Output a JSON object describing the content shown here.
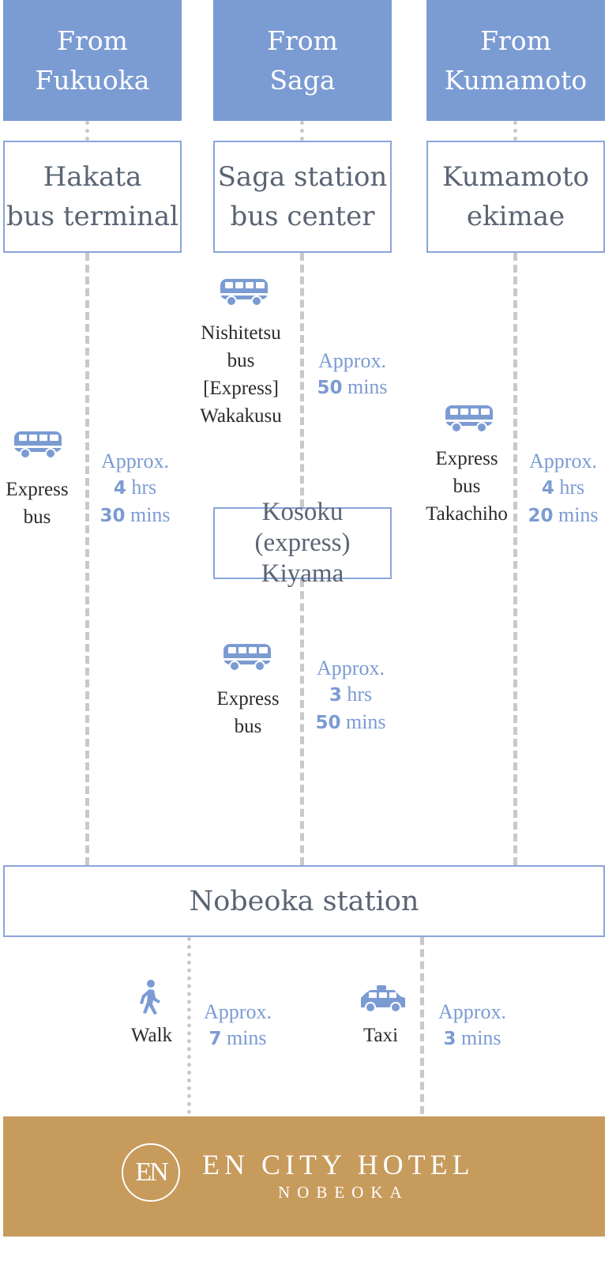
{
  "headers": [
    {
      "line1": "From",
      "line2": "Fukuoka"
    },
    {
      "line1": "From",
      "line2": "Saga"
    },
    {
      "line1": "From",
      "line2": "Kumamoto"
    }
  ],
  "stations": {
    "hakata": {
      "line1": "Hakata",
      "line2": "bus terminal"
    },
    "saga": {
      "line1": "Saga station",
      "line2": "bus center"
    },
    "kumamoto": {
      "line1": "Kumamoto",
      "line2": "ekimae"
    },
    "kiyama": {
      "line1": "Kosoku (express)",
      "line2": "Kiyama"
    },
    "nobeoka": {
      "label": "Nobeoka station"
    }
  },
  "routes": {
    "fukuoka": {
      "mode": [
        "Express",
        "bus"
      ],
      "approx": "Approx.",
      "time_parts": [
        {
          "num": "4",
          "unit": "hrs"
        },
        {
          "num": "30",
          "unit": "mins"
        }
      ],
      "icon": "bus-icon"
    },
    "saga_leg1": {
      "mode": [
        "Nishitetsu",
        "bus",
        "[Express]",
        "Wakakusu"
      ],
      "approx": "Approx.",
      "time_parts": [
        {
          "num": "50",
          "unit": "mins"
        }
      ],
      "icon": "bus-icon"
    },
    "saga_leg2": {
      "mode": [
        "Express",
        "bus"
      ],
      "approx": "Approx.",
      "time_parts": [
        {
          "num": "3",
          "unit": "hrs"
        },
        {
          "num": "50",
          "unit": "mins"
        }
      ],
      "icon": "bus-icon"
    },
    "kumamoto": {
      "mode": [
        "Express",
        "bus",
        "Takachiho"
      ],
      "approx": "Approx.",
      "time_parts": [
        {
          "num": "4",
          "unit": "hrs"
        },
        {
          "num": "20",
          "unit": "mins"
        }
      ],
      "icon": "bus-icon"
    },
    "walk": {
      "mode": [
        "Walk"
      ],
      "approx": "Approx.",
      "time_parts": [
        {
          "num": "7",
          "unit": "mins"
        }
      ],
      "icon": "walk-icon"
    },
    "taxi": {
      "mode": [
        "Taxi"
      ],
      "approx": "Approx.",
      "time_parts": [
        {
          "num": "3",
          "unit": "mins"
        }
      ],
      "icon": "taxi-icon"
    }
  },
  "footer": {
    "logo_mark": "EN",
    "brand_name": "EN CITY HOTEL",
    "brand_sub": "NOBEOKA"
  },
  "colors": {
    "header_bg": "#7b9bd3",
    "accent_blue": "#7b9bd3",
    "station_border": "#8aa6dc",
    "station_text": "#5a6473",
    "dash_gray": "#c9c9c9",
    "footer_gold": "#c79b5c"
  }
}
